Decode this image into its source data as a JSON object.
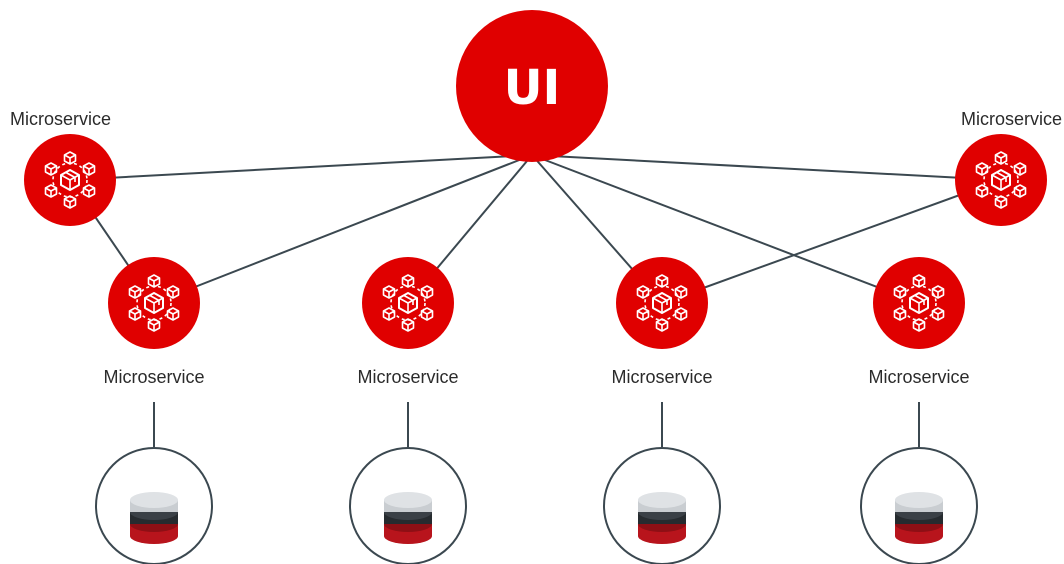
{
  "ui_node": {
    "label": "UI",
    "icon": "ui-hub-circle"
  },
  "services": [
    {
      "label": "Microservice",
      "icon": "microservice-network-icon"
    },
    {
      "label": "Microservice",
      "icon": "microservice-network-icon"
    },
    {
      "label": "Microservice",
      "icon": "microservice-network-icon"
    },
    {
      "label": "Microservice",
      "icon": "microservice-network-icon"
    },
    {
      "label": "Microservice",
      "icon": "microservice-network-icon"
    },
    {
      "label": "Microservice",
      "icon": "microservice-network-icon"
    }
  ],
  "databases": [
    {
      "icon": "database-icon"
    },
    {
      "icon": "database-icon"
    },
    {
      "icon": "database-icon"
    },
    {
      "icon": "database-icon"
    }
  ],
  "connections": [
    [
      "ui",
      "service-0"
    ],
    [
      "ui",
      "service-1"
    ],
    [
      "ui",
      "service-2"
    ],
    [
      "ui",
      "service-3"
    ],
    [
      "ui",
      "service-4"
    ],
    [
      "ui",
      "service-5"
    ],
    [
      "service-0",
      "service-2"
    ],
    [
      "service-1",
      "service-4"
    ],
    [
      "service-2",
      "database-0"
    ],
    [
      "service-3",
      "database-1"
    ],
    [
      "service-4",
      "database-2"
    ],
    [
      "service-5",
      "database-3"
    ]
  ],
  "colors": {
    "accent_red": "#e00000",
    "line": "#3b4850",
    "db_top": "#c9cdd1",
    "db_middle": "#262b2f",
    "db_bottom": "#b8141c"
  }
}
